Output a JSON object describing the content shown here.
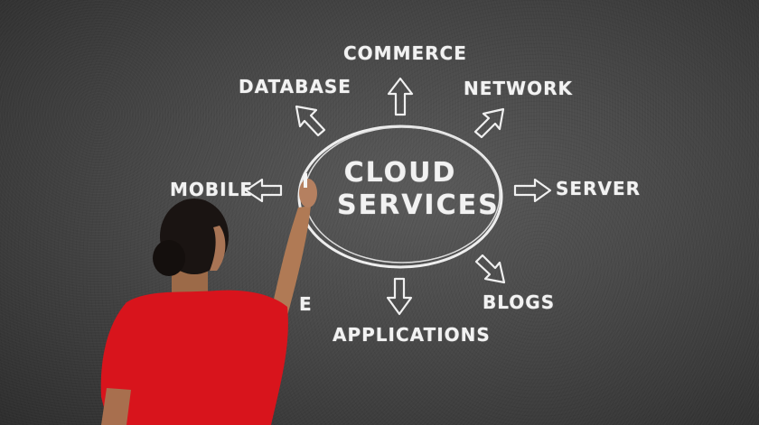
{
  "image": {
    "description": "Woman in a red top drawing a cloud services mind map on a chalkboard",
    "center_label": [
      "CLOUD",
      "SERVICES"
    ],
    "labels": {
      "commerce": "COMMERCE",
      "database": "DATABASE",
      "network": "NETWORK",
      "mobile": "MOBILE",
      "server": "SERVER",
      "storage_partial": "E",
      "blogs": "BLOGS",
      "applications": "APPLICATIONS"
    },
    "colors": {
      "chalkboard": "#3a3a3a",
      "chalk": "#f2f2f2",
      "shirt": "#d8141c",
      "hair": "#1a1412",
      "skin": "#b07a55"
    }
  }
}
